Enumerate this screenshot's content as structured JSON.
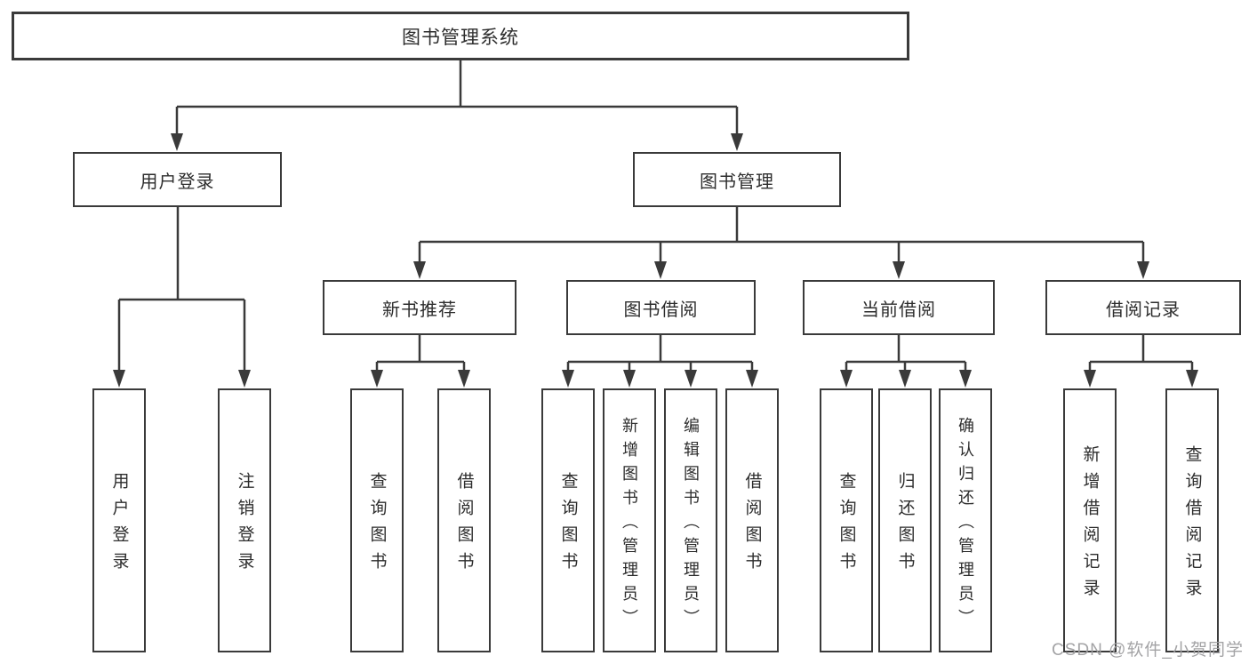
{
  "diagram_title": "图书管理系统",
  "tree": {
    "label": "图书管理系统",
    "children": [
      {
        "label": "用户登录",
        "children": [
          {
            "label": "用户登录"
          },
          {
            "label": "注销登录"
          }
        ]
      },
      {
        "label": "图书管理",
        "children": [
          {
            "label": "新书推荐",
            "children": [
              {
                "label": "查询图书"
              },
              {
                "label": "借阅图书"
              }
            ]
          },
          {
            "label": "图书借阅",
            "children": [
              {
                "label": "查询图书"
              },
              {
                "label": "新增图书（管理员）"
              },
              {
                "label": "编辑图书（管理员）"
              },
              {
                "label": "借阅图书"
              }
            ]
          },
          {
            "label": "当前借阅",
            "children": [
              {
                "label": "查询图书"
              },
              {
                "label": "归还图书"
              },
              {
                "label": "确认归还（管理员）"
              }
            ]
          },
          {
            "label": "借阅记录",
            "children": [
              {
                "label": "新增借阅记录"
              },
              {
                "label": "查询借阅记录"
              }
            ]
          }
        ]
      }
    ]
  },
  "watermark": {
    "text": "CSDN @软件_小贺同学"
  },
  "colors": {
    "line": "#3a3a3a",
    "box_border": "#3a3a3a",
    "box_fill": "#ffffff",
    "text": "#2d2d2d",
    "watermark": "#9e9ea0",
    "background": "#ffffff"
  }
}
